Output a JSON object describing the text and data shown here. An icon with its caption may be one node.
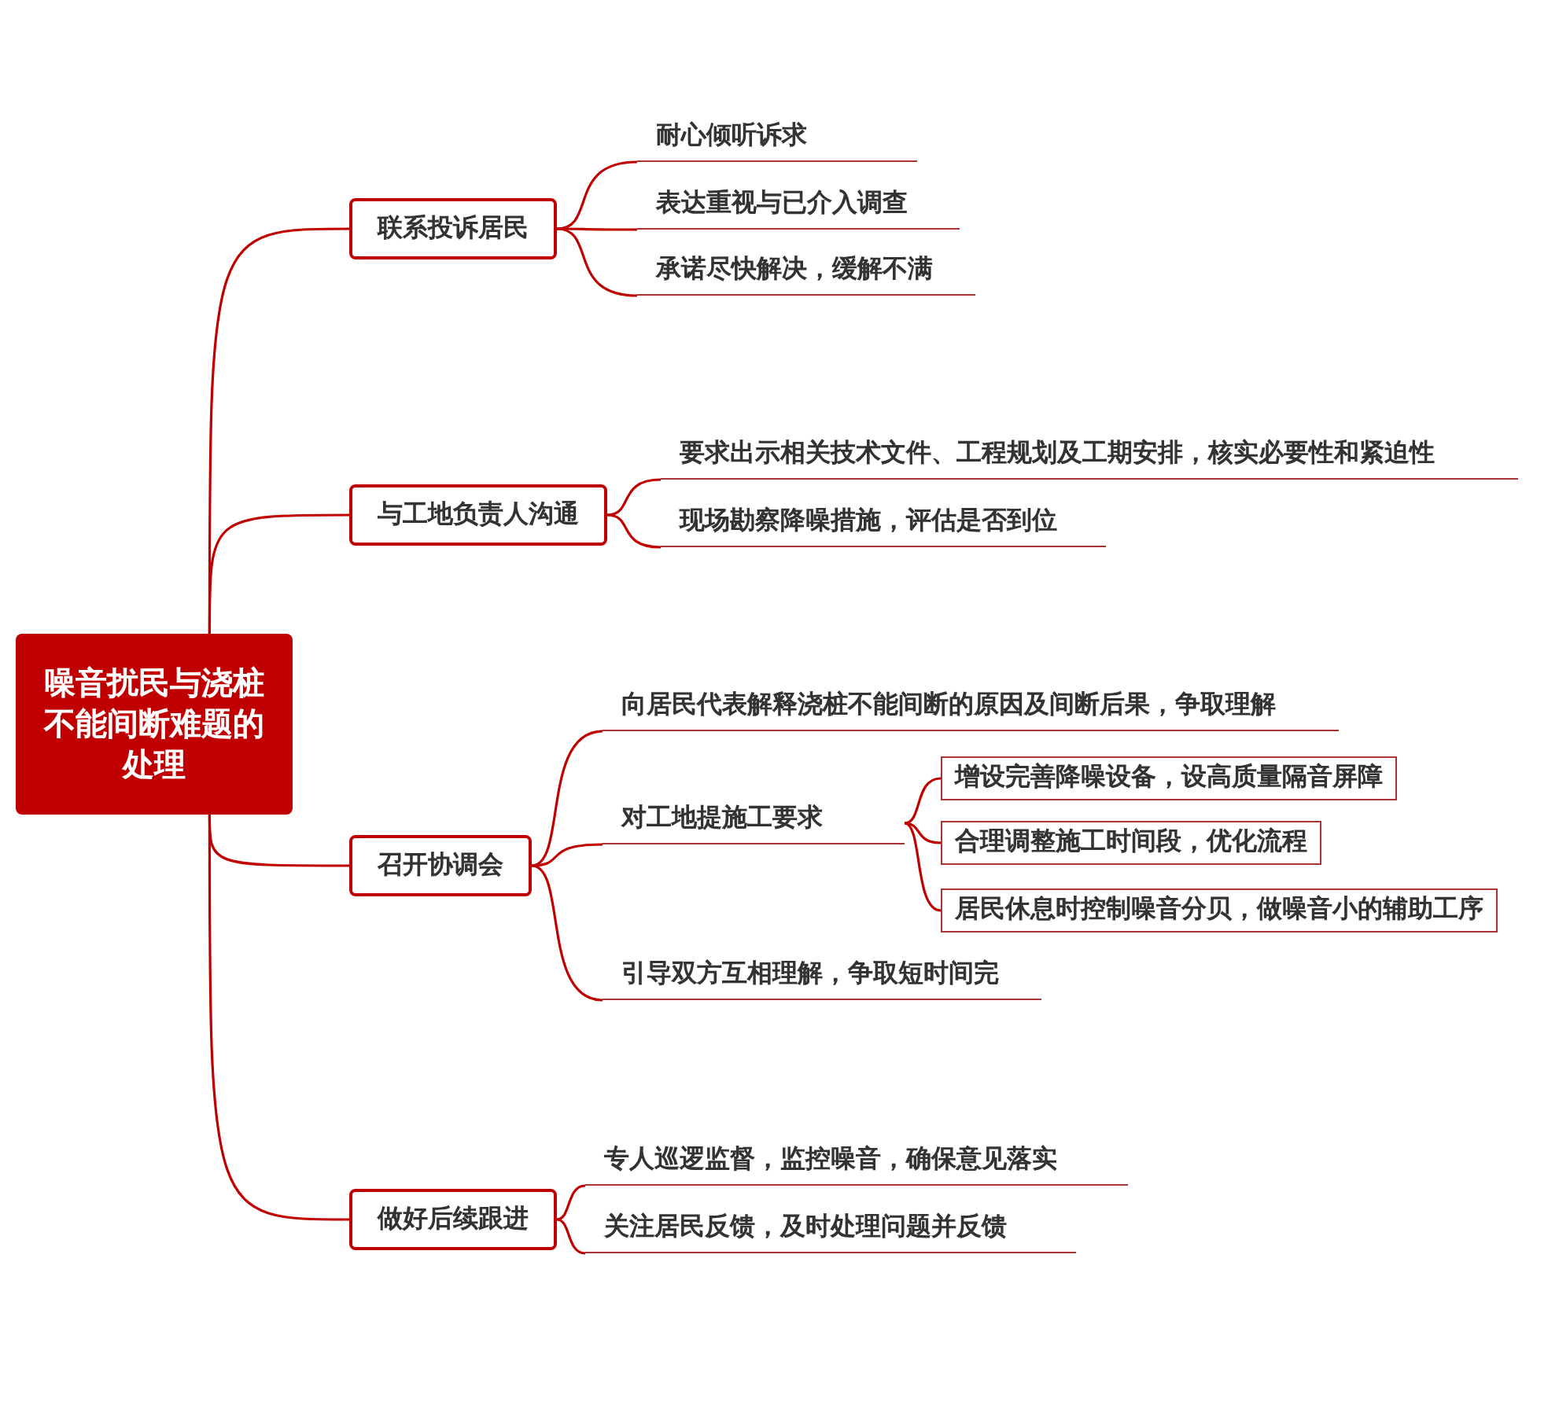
{
  "diagram": {
    "nodes": [
      {
        "text": [
          "噪音扰民与浇桩不能间断难题的处理"
        ]
      },
      {
        "text": [
          "联系投诉居民"
        ]
      },
      {
        "text": [
          "耐心倾听诉求"
        ]
      },
      {
        "text": [
          "表达重视与已介入调查"
        ]
      },
      {
        "text": [
          "承诺尽快解决，缓解不满"
        ]
      },
      {
        "text": [
          "与工地负责人沟通"
        ]
      },
      {
        "text": [
          "要求出示相关技术文件、工程规划及工期安排，核实必要性和紧迫性"
        ]
      },
      {
        "text": [
          "现场勘察降噪措施，评估是否到位"
        ]
      },
      {
        "text": [
          "召开协调会"
        ]
      },
      {
        "text": [
          "向居民代表解释浇桩不能间断的原因及间断后果，争取理解"
        ]
      },
      {
        "text": [
          "对工地提施工要求"
        ]
      },
      {
        "text": [
          "增设完善降噪设备，设高质量隔音屏障"
        ]
      },
      {
        "text": [
          "合理调整施工时间段，优化流程"
        ]
      },
      {
        "text": [
          "居民休息时控制噪音分贝，做噪音小的辅助工序"
        ]
      },
      {
        "text": [
          "引导双方互相理解，争取短时间完"
        ]
      },
      {
        "text": [
          "做好后续跟进"
        ]
      },
      {
        "text": [
          "专人巡逻监督，监控噪音，确保意见落实"
        ]
      },
      {
        "text": [
          "关注居民反馈，及时处理问题并反馈"
        ]
      }
    ],
    "edges": [
      {
        "from": 0,
        "to": 1,
        "arrow": "none"
      },
      {
        "from": 1,
        "to": 2,
        "arrow": "none"
      },
      {
        "from": 1,
        "to": 3,
        "arrow": "none"
      },
      {
        "from": 1,
        "to": 4,
        "arrow": "none"
      },
      {
        "from": 0,
        "to": 5,
        "arrow": "none"
      },
      {
        "from": 5,
        "to": 6,
        "arrow": "none"
      },
      {
        "from": 5,
        "to": 7,
        "arrow": "none"
      },
      {
        "from": 0,
        "to": 8,
        "arrow": "none"
      },
      {
        "from": 8,
        "to": 9,
        "arrow": "none"
      },
      {
        "from": 8,
        "to": 10,
        "arrow": "none"
      },
      {
        "from": 10,
        "to": 11,
        "arrow": "none"
      },
      {
        "from": 10,
        "to": 12,
        "arrow": "none"
      },
      {
        "from": 10,
        "to": 13,
        "arrow": "none"
      },
      {
        "from": 8,
        "to": 14,
        "arrow": "none"
      },
      {
        "from": 0,
        "to": 15,
        "arrow": "none"
      },
      {
        "from": 15,
        "to": 16,
        "arrow": "none"
      },
      {
        "from": 15,
        "to": 17,
        "arrow": "none"
      }
    ]
  }
}
